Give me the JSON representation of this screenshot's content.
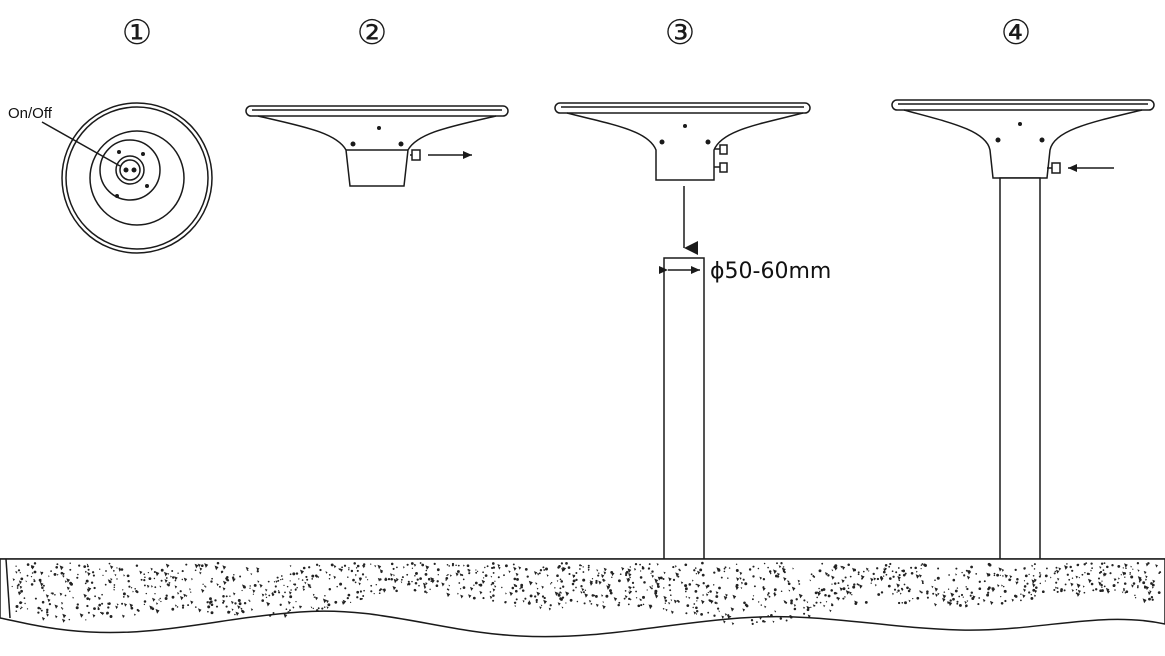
{
  "steps": [
    {
      "number": "①"
    },
    {
      "number": "②"
    },
    {
      "number": "③"
    },
    {
      "number": "④"
    }
  ],
  "step1": {
    "switch_label": "On/Off"
  },
  "step3": {
    "pole_diameter_label": "ϕ50-60mm"
  },
  "colors": {
    "line": "#1a1a1a",
    "background": "#ffffff",
    "ground_speckle": "#222222"
  }
}
